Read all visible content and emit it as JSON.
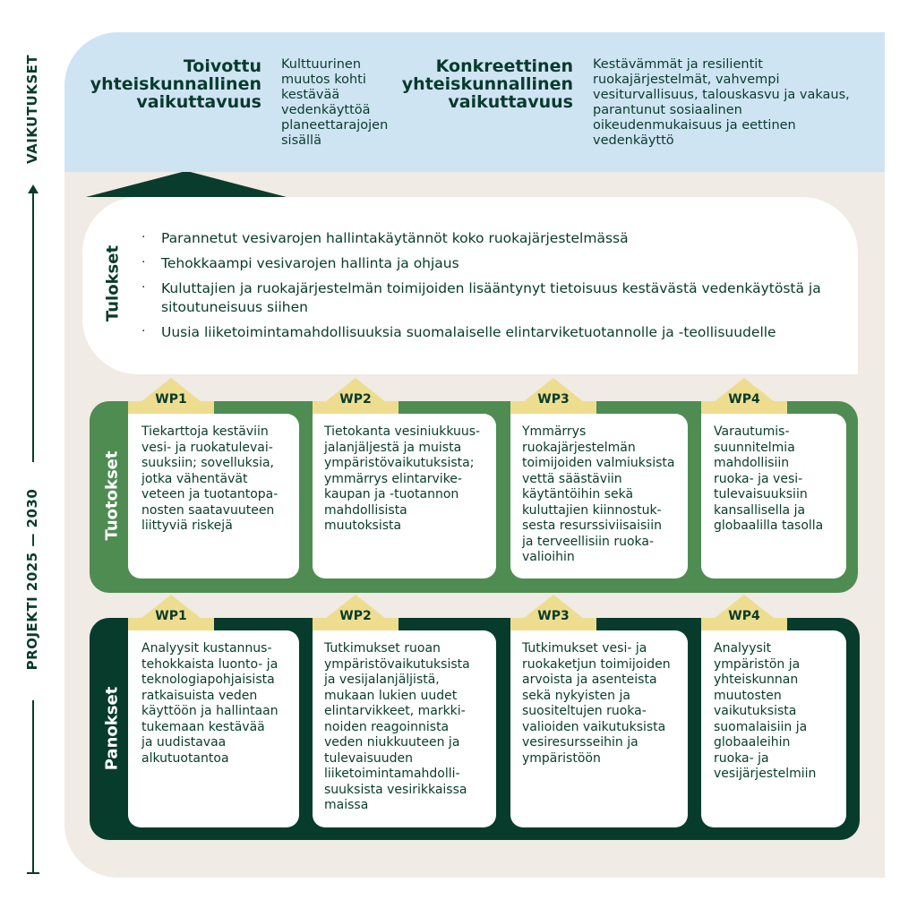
{
  "axis": {
    "vaikutukset": "VAIKUTUKSET",
    "projekti": "PROJEKTI 2025 — 2030"
  },
  "impact": {
    "desired_heading": "Toivottu yhteiskunnallinen vaikuttavuus",
    "desired_text": "Kulttuurinen muutos kohti kestävää vedenkäyttöä planeettarajojen sisällä",
    "concrete_heading": "Konkreettinen yhteiskunnallinen vaikuttavuus",
    "concrete_text": "Kestävämmät ja resilientit ruokajärjestelmät, vahvempi vesiturvallisuus, talouskasvu ja vakaus, parantunut sosiaalinen oikeudenmukaisuus ja eettinen vedenkäyttö"
  },
  "tulokset": {
    "label": "Tulokset",
    "items": [
      "Parannetut vesivarojen hallintakäytännöt koko ruokajärjestelmässä",
      "Tehokkaampi vesivarojen hallinta ja ohjaus",
      "Kuluttajien ja ruokajärjestelmän toimijoiden lisääntynyt tietoisuus kestävästä vedenkäytöstä ja sitoutuneisuus siihen",
      "Uusia liiketoimintamahdollisuuksia suomalaiselle elintarviketuotannolle ja -teollisuudelle"
    ]
  },
  "tuotokset": {
    "label": "Tuotokset",
    "cards": [
      {
        "wp": "WP1",
        "text": "Tiekarttoja kestäviin\nvesi- ja ruokatulevai-\nsuuksiin; sovelluksia,\njotka vähentävät\nveteen ja tuotantopa-\nnosten saatavuuteen\nliittyviä riskejä"
      },
      {
        "wp": "WP2",
        "text": "Tietokanta vesiniukkuus-\njalanjäljestä ja muista\nympäristövaikutuksista;\nymmärrys elintarvike-\nkaupan ja -tuotannon\nmahdollisista\nmuutoksista"
      },
      {
        "wp": "WP3",
        "text": "Ymmärrys\nruokajärjestelmän\ntoimijoiden valmiuksista\nvettä säästäviin\nkäytäntöihin sekä\nkuluttajien kiinnostuk-\nsesta resurssiviisaisiin\nja terveellisiin ruoka-\nvalioihin"
      },
      {
        "wp": "WP4",
        "text": "Varautumis-\nsuunnitelmia\nmahdollisiin\nruoka- ja vesi-\ntulevaisuuksiin\nkansallisella ja\nglobaalilla tasolla"
      }
    ]
  },
  "panokset": {
    "label": "Panokset",
    "cards": [
      {
        "wp": "WP1",
        "text": "Analyysit kustannus-\ntehokkaista luonto- ja\nteknologiapohjaisista\nratkaisuista veden\nkäyttöön ja hallintaan\ntukemaan kestävää\nja uudistavaa\nalkutuotantoa"
      },
      {
        "wp": "WP2",
        "text": "Tutkimukset ruoan\nympäristövaikutuksista\nja vesijalanjäljistä,\nmukaan lukien uudet\nelintarvikkeet, markki-\nnoiden reagoinnista\nveden niukkuuteen ja\ntulevaisuuden\nliiketoimintamahdolli-\nsuuksista vesirikkaissa\nmaissa"
      },
      {
        "wp": "WP3",
        "text": "Tutkimukset vesi- ja\nruokaketjun toimijoiden\narvoista ja asenteista\nsekä nykyisten ja\nsuositeltujen ruoka-\nvalioiden vaikutuksista\nvesiresursseihin ja\nympäristöön"
      },
      {
        "wp": "WP4",
        "text": "Analyysit\nympäristön ja\nyhteiskunnan\nmuutosten\nvaikutuksista\nsuomalaisiin ja\nglobaaleihin\nruoka- ja\nvesijärjestelmiin"
      }
    ]
  },
  "colors": {
    "dark_green": "#073b2c",
    "mid_green": "#4f8c52",
    "light_blue": "#cfe4f3",
    "beige": "#f0ebe4",
    "yellow": "#eedd8f"
  }
}
